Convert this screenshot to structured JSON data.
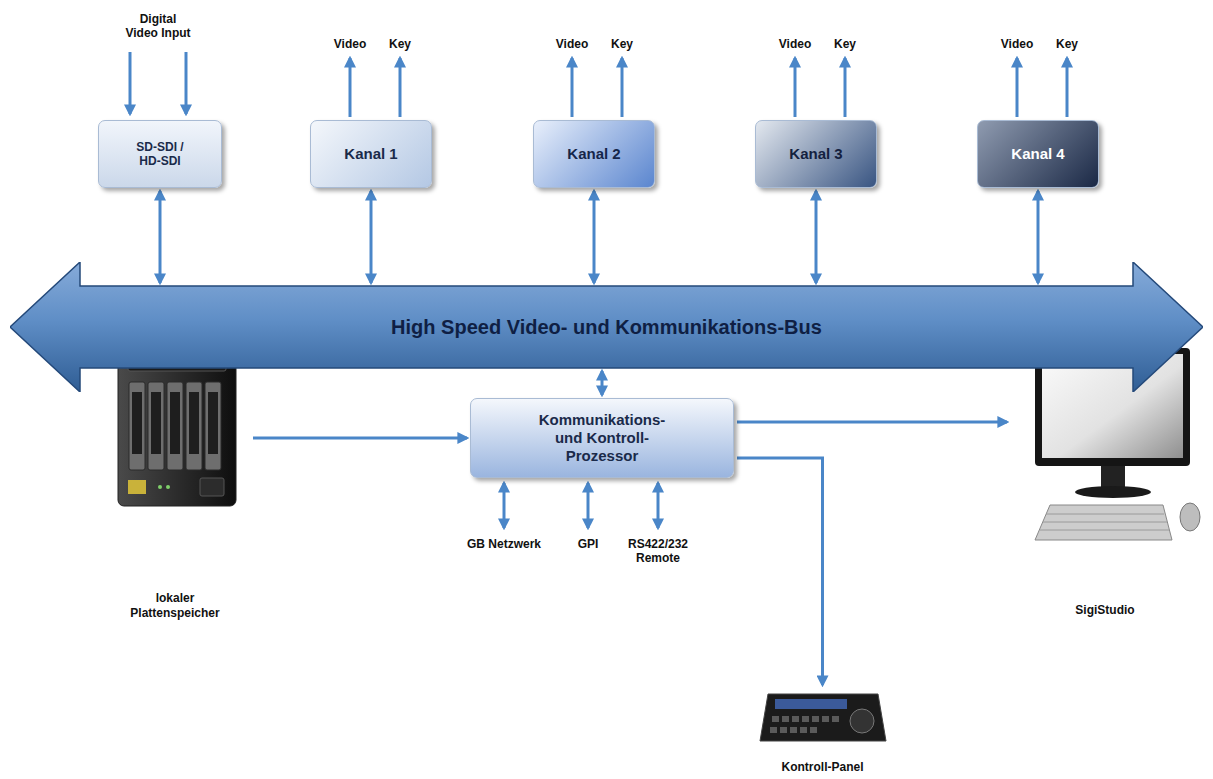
{
  "diagram": {
    "nodes": [
      {
        "text": [
          "SD-SDI / HD-SDI"
        ]
      },
      {
        "text": [
          "Kanal 1"
        ]
      },
      {
        "text": [
          "Kanal 2"
        ]
      },
      {
        "text": [
          "Kanal 3"
        ]
      },
      {
        "text": [
          "Kanal 4"
        ]
      },
      {
        "text": [
          "High Speed Video- und Kommunikations-Bus"
        ]
      },
      {
        "text": [
          "lokaler Plattenspeicher"
        ]
      },
      {
        "text": [
          "Kommunikations- und Kontroll-Prozessor"
        ]
      },
      {
        "text": [
          "SigiStudio"
        ]
      },
      {
        "text": [
          "Kontroll-Panel"
        ]
      }
    ],
    "edges": [
      {
        "from": 0,
        "to": 5,
        "arrow": "both"
      },
      {
        "from": 1,
        "to": 5,
        "arrow": "both"
      },
      {
        "from": 2,
        "to": 5,
        "arrow": "both"
      },
      {
        "from": 3,
        "to": 5,
        "arrow": "both"
      },
      {
        "from": 4,
        "to": 5,
        "arrow": "both"
      },
      {
        "from": 5,
        "to": 7,
        "arrow": "both"
      },
      {
        "from": 6,
        "to": 7,
        "arrow": "to"
      },
      {
        "from": 7,
        "to": 8,
        "arrow": "to"
      },
      {
        "from": 7,
        "to": 9,
        "arrow": "to"
      }
    ],
    "labels": [
      "Digital Video Input",
      "Video",
      "Key",
      "Video",
      "Key",
      "Video",
      "Key",
      "Video",
      "Key",
      "GB Netzwerk",
      "GPI",
      "RS422/232 Remote"
    ]
  }
}
